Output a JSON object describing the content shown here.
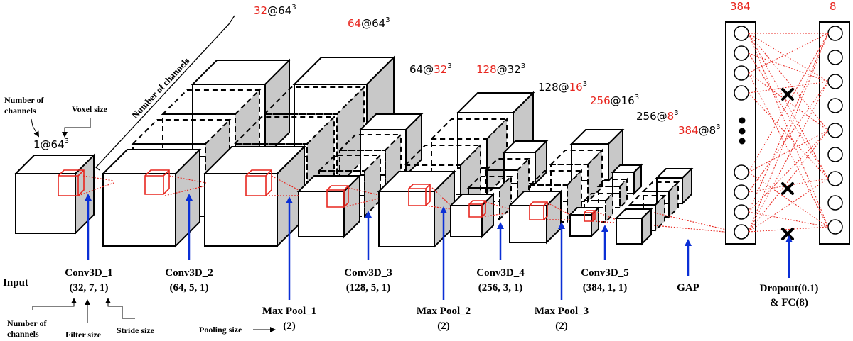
{
  "colors": {
    "accent": "#e8261f",
    "arrow": "#0a2fd6",
    "stroke": "#000000",
    "side": "#c8c8c8"
  },
  "top_labels": {
    "fc_in_count": "384",
    "fc_out_count": "8"
  },
  "dims": [
    {
      "id": "input",
      "red": "",
      "prefix": "1@64",
      "mid": "",
      "suffix": "",
      "sup": "3"
    },
    {
      "id": "c1",
      "red": "32",
      "prefix": "",
      "mid": "@64",
      "suffix": "",
      "sup": "3"
    },
    {
      "id": "c2",
      "red": "64",
      "prefix": "",
      "mid": "@64",
      "suffix": "",
      "sup": "3"
    },
    {
      "id": "p1",
      "red": "32",
      "prefix": "64@",
      "mid": "",
      "suffix": "",
      "sup": "3"
    },
    {
      "id": "c3",
      "red": "128",
      "prefix": "",
      "mid": "@32",
      "suffix": "",
      "sup": "3"
    },
    {
      "id": "p2",
      "red": "16",
      "prefix": "128@",
      "mid": "",
      "suffix": "",
      "sup": "3"
    },
    {
      "id": "c4",
      "red": "256",
      "prefix": "",
      "mid": "@16",
      "suffix": "",
      "sup": "3"
    },
    {
      "id": "p3",
      "red": "8",
      "prefix": "256@",
      "mid": "",
      "suffix": "",
      "sup": "3"
    },
    {
      "id": "c5",
      "red": "384",
      "prefix": "",
      "mid": "@8",
      "suffix": "",
      "sup": "3"
    }
  ],
  "annotations": {
    "number_of_channels_top": [
      "Number of",
      "channels"
    ],
    "voxel_size": "Voxel size",
    "number_of_channels_diag": "Number of channels",
    "number_of_channels_bottom": [
      "Number of",
      "channels"
    ],
    "filter_size": "Filter size",
    "stride_size": "Stride size",
    "pooling_size": "Pooling size"
  },
  "layers": {
    "input": "Input",
    "conv1": {
      "name": "Conv3D_1",
      "params": "(32, 7, 1)"
    },
    "conv2": {
      "name": "Conv3D_2",
      "params": "(64, 5, 1)"
    },
    "conv3": {
      "name": "Conv3D_3",
      "params": "(128, 5, 1)"
    },
    "conv4": {
      "name": "Conv3D_4",
      "params": "(256, 3, 1)"
    },
    "conv5": {
      "name": "Conv3D_5",
      "params": "(384, 1, 1)"
    },
    "pool1": {
      "name": "Max Pool_1",
      "params": "(2)"
    },
    "pool2": {
      "name": "Max Pool_2",
      "params": "(2)"
    },
    "pool3": {
      "name": "Max Pool_3",
      "params": "(2)"
    },
    "gap": "GAP",
    "dropout": {
      "name": "Dropout(0.1)",
      "params": "& FC(8)"
    }
  }
}
